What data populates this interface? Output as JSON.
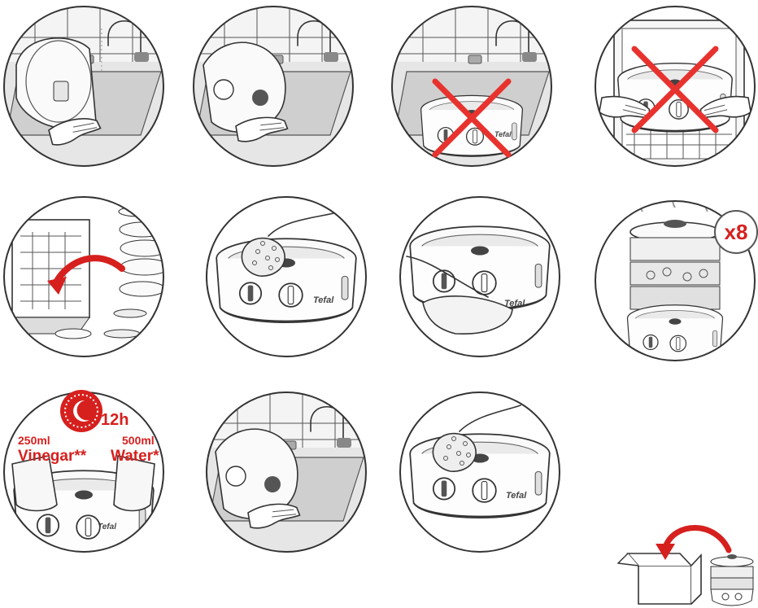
{
  "colors": {
    "accent": "#d6201e",
    "outline": "#333333",
    "shade": "#d9d9d9"
  },
  "panels": [
    {
      "id": "rinse-lid",
      "icon": "faucet-icon"
    },
    {
      "id": "rinse-basket",
      "icon": "faucet-icon"
    },
    {
      "id": "no-rinse-base",
      "icon": "prohibited-icon"
    },
    {
      "id": "no-dishwasher-base",
      "icon": "prohibited-icon"
    },
    {
      "id": "dishwasher-parts",
      "icon": "curved-arrow-icon"
    },
    {
      "id": "sponge-base",
      "icon": "sponge-icon"
    },
    {
      "id": "wipe-base",
      "icon": "cloth-icon"
    },
    {
      "id": "steam-cycles",
      "icon": "steam-icon",
      "badge": "x8"
    },
    {
      "id": "descale",
      "icon": "moon-timer-icon"
    },
    {
      "id": "rinse-again",
      "icon": "faucet-icon"
    },
    {
      "id": "sponge-again",
      "icon": "sponge-icon"
    },
    {
      "id": "store-in-box",
      "icon": "box-icon"
    }
  ],
  "descale": {
    "duration": "12h",
    "vinegar_amount": "250ml",
    "vinegar_label": "Vinegar**",
    "water_amount": "500ml",
    "water_label": "Water*"
  },
  "appliance": {
    "brand": "Tefal"
  }
}
